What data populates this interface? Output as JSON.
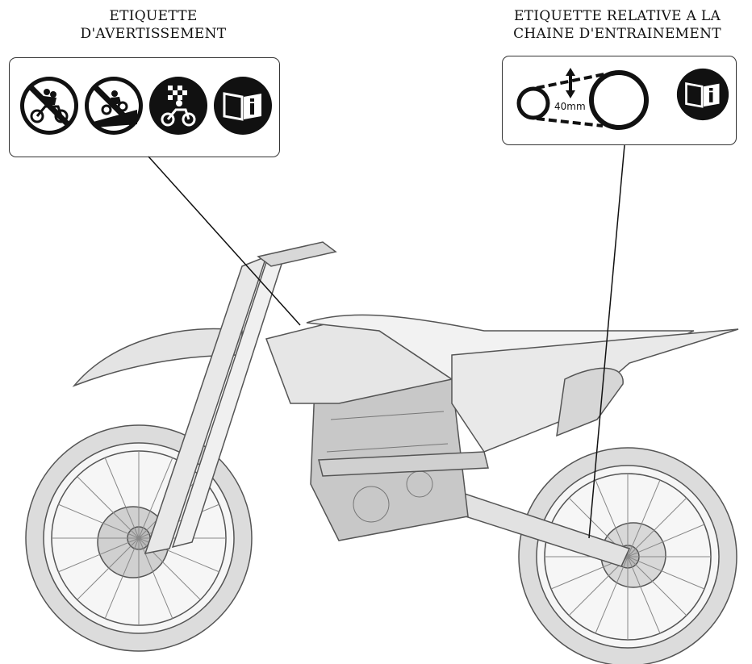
{
  "warning_label": {
    "title_line1": "ETIQUETTE",
    "title_line2": "D'AVERTISSEMENT",
    "icons": [
      "no-passenger-icon",
      "no-street-riding-icon",
      "off-road-only-icon",
      "read-manual-icon"
    ]
  },
  "chain_label": {
    "title_line1": "ETIQUETTE RELATIVE A LA",
    "title_line2": "CHAINE D'ENTRAINEMENT",
    "slack_value": "40mm",
    "icons": [
      "chain-slack-icon",
      "read-manual-icon"
    ]
  },
  "colors": {
    "line": "#111111",
    "bike_fill": "#ececec",
    "bike_stroke": "#555555"
  }
}
